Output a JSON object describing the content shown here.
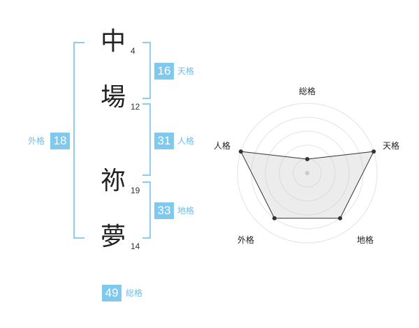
{
  "name_chars": [
    {
      "char": "中",
      "strokes": "4"
    },
    {
      "char": "場",
      "strokes": "12"
    },
    {
      "char": "祢",
      "strokes": "19"
    },
    {
      "char": "夢",
      "strokes": "14"
    }
  ],
  "fortunes": {
    "tenkaku": {
      "value": "16",
      "label": "天格"
    },
    "jinkaku": {
      "value": "31",
      "label": "人格"
    },
    "chikaku": {
      "value": "33",
      "label": "地格"
    },
    "gaikaku": {
      "value": "18",
      "label": "外格"
    },
    "soukaku": {
      "value": "49",
      "label": "総格"
    }
  },
  "colors": {
    "accent": "#7fc8ee",
    "bracket": "#8ccdf0"
  },
  "chart_data": {
    "type": "radar",
    "axes": [
      "総格",
      "天格",
      "地格",
      "外格",
      "人格"
    ],
    "levels": 5,
    "values": [
      1,
      5,
      4,
      4,
      5
    ],
    "max": 5
  }
}
